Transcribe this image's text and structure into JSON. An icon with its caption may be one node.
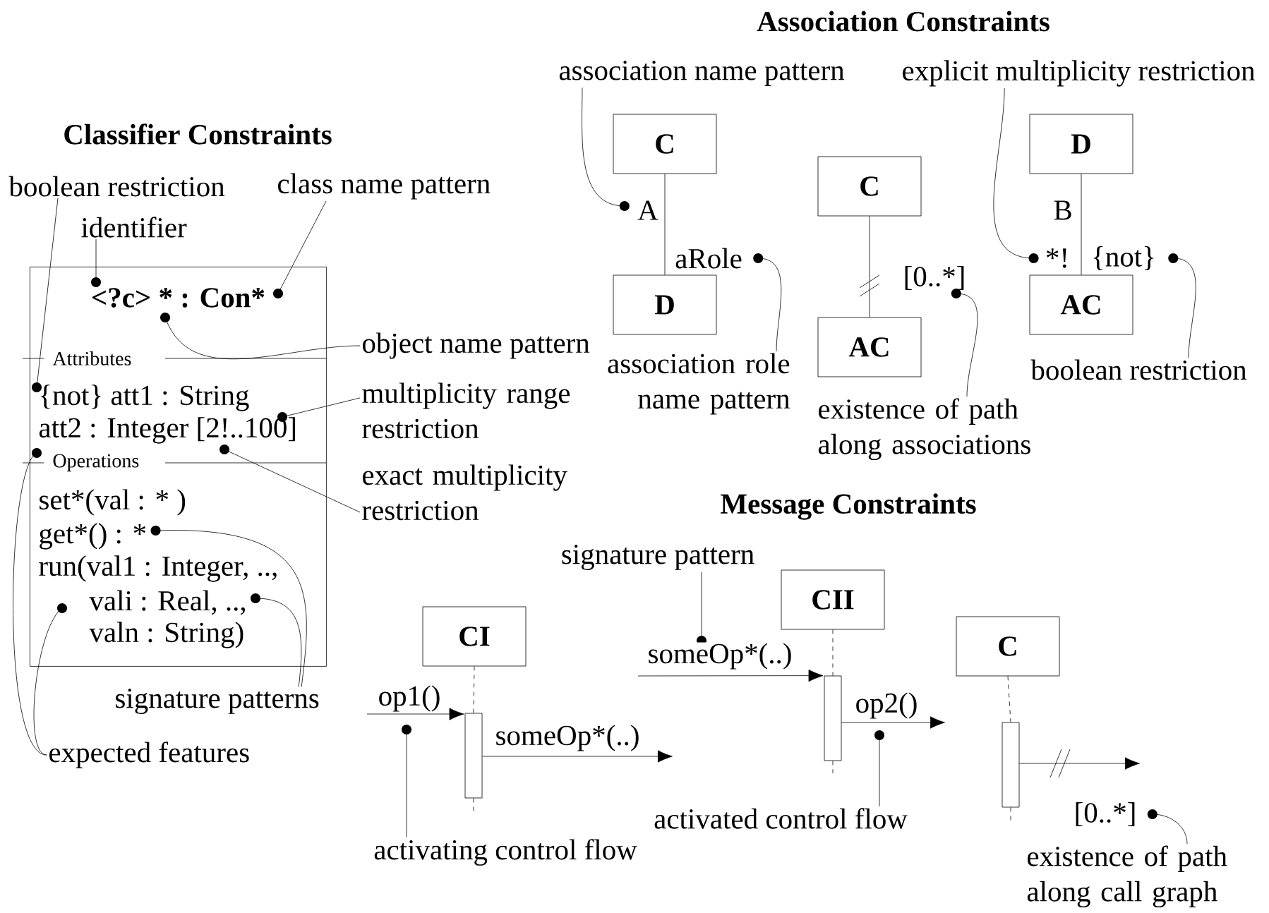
{
  "diagram": {
    "nodes": [
      {
        "text": [
          "<?c> * : Con*"
        ]
      },
      {
        "text": [
          "Attributes"
        ],
        "in": 0
      },
      {
        "text": [
          "{not} att1 : String"
        ],
        "in": 0
      },
      {
        "text": [
          "att2 : Integer [2!..100]"
        ],
        "in": 0
      },
      {
        "text": [
          "Operations"
        ],
        "in": 0
      },
      {
        "text": [
          "set*(val : * )"
        ],
        "in": 0
      },
      {
        "text": [
          "get*() : *"
        ],
        "in": 0
      },
      {
        "text": [
          "run(val1 : Integer, ..,"
        ],
        "in": 0
      },
      {
        "text": [
          "vali : Real, ..,"
        ],
        "in": 0
      },
      {
        "text": [
          "valn : String)"
        ],
        "in": 0
      },
      {
        "text": [
          "boolean restriction"
        ]
      },
      {
        "text": [
          "class name pattern"
        ]
      },
      {
        "text": [
          "identifier"
        ]
      },
      {
        "text": [
          "object name pattern"
        ]
      },
      {
        "text": [
          "multiplicity range restriction"
        ]
      },
      {
        "text": [
          "exact multiplicity restriction"
        ]
      },
      {
        "text": [
          "signature patterns"
        ]
      },
      {
        "text": [
          "expected features"
        ]
      },
      {
        "text": [
          "C"
        ]
      },
      {
        "text": [
          "D"
        ]
      },
      {
        "text": [
          "A"
        ]
      },
      {
        "text": [
          "aRole"
        ]
      },
      {
        "text": [
          "association name pattern"
        ]
      },
      {
        "text": [
          "association role name pattern"
        ]
      },
      {
        "text": [
          "C"
        ]
      },
      {
        "text": [
          "AC"
        ]
      },
      {
        "text": [
          "[0..*]"
        ]
      },
      {
        "text": [
          "existence of path along associations"
        ]
      },
      {
        "text": [
          "D"
        ]
      },
      {
        "text": [
          "AC"
        ]
      },
      {
        "text": [
          "B"
        ]
      },
      {
        "text": [
          "*!"
        ]
      },
      {
        "text": [
          "{not}"
        ]
      },
      {
        "text": [
          "explicit multiplicity restriction"
        ]
      },
      {
        "text": [
          "boolean restriction"
        ]
      },
      {
        "text": [
          "CI"
        ]
      },
      {
        "text": [
          "CII"
        ]
      },
      {
        "text": [
          "C"
        ]
      },
      {
        "text": [
          "signature pattern"
        ]
      },
      {
        "text": [
          "activating control flow"
        ]
      },
      {
        "text": [
          "activated control flow"
        ]
      },
      {
        "text": [
          "[0..*]"
        ]
      },
      {
        "text": [
          "existence of path along call graph"
        ]
      },
      {
        "text": [],
        "shape": "bar"
      },
      {
        "text": [],
        "shape": "bar"
      },
      {
        "text": [],
        "shape": "bar"
      }
    ],
    "edges": [
      {
        "from": 18,
        "to": 19,
        "arrow": "none"
      },
      {
        "from": 24,
        "to": 25,
        "arrow": "none"
      },
      {
        "from": 28,
        "to": 29,
        "arrow": "none"
      },
      {
        "from": 35,
        "to": 43,
        "arrow": "none",
        "style": "dashed"
      },
      {
        "from": 43,
        "to": null,
        "arrow": "none",
        "style": "dashed"
      },
      {
        "from": 36,
        "to": 44,
        "arrow": "none",
        "style": "dashed"
      },
      {
        "from": 44,
        "to": null,
        "arrow": "none",
        "style": "dashed"
      },
      {
        "from": 37,
        "to": 45,
        "arrow": "none",
        "style": "dashed"
      },
      {
        "from": 45,
        "to": null,
        "arrow": "none",
        "style": "dashed"
      },
      {
        "from": null,
        "to": 43,
        "arrow": "to",
        "label": "op1()"
      },
      {
        "from": 43,
        "to": null,
        "arrow": "to",
        "label": "someOp*(..)"
      },
      {
        "from": null,
        "to": 44,
        "arrow": "to",
        "label": "someOp*(..)"
      },
      {
        "from": 44,
        "to": null,
        "arrow": "to",
        "label": "op2()"
      },
      {
        "from": 45,
        "to": null,
        "arrow": "to"
      },
      {
        "from": 10,
        "to": 2,
        "arrow": "other"
      },
      {
        "from": 11,
        "to": 0,
        "arrow": "other"
      },
      {
        "from": 12,
        "to": 0,
        "arrow": "other"
      },
      {
        "from": 13,
        "to": 0,
        "arrow": "other"
      },
      {
        "from": 14,
        "to": 3,
        "arrow": "other"
      },
      {
        "from": 15,
        "to": 3,
        "arrow": "other"
      },
      {
        "from": 16,
        "to": 6,
        "arrow": "other"
      },
      {
        "from": 16,
        "to": 8,
        "arrow": "other"
      },
      {
        "from": 17,
        "to": 4,
        "arrow": "other"
      },
      {
        "from": 17,
        "to": 8,
        "arrow": "other"
      },
      {
        "from": 22,
        "to": 20,
        "arrow": "other"
      },
      {
        "from": 23,
        "to": 21,
        "arrow": "other"
      },
      {
        "from": 27,
        "to": 26,
        "arrow": "other"
      },
      {
        "from": 33,
        "to": 31,
        "arrow": "other"
      },
      {
        "from": 34,
        "to": 32,
        "arrow": "other"
      },
      {
        "from": 38,
        "to": null,
        "arrow": "other"
      },
      {
        "from": 39,
        "to": null,
        "arrow": "other"
      },
      {
        "from": 40,
        "to": null,
        "arrow": "other"
      },
      {
        "from": 42,
        "to": 41,
        "arrow": "other"
      }
    ],
    "labels": [
      "Association Constraints",
      "Classifier Constraints",
      "Message Constraints"
    ]
  }
}
